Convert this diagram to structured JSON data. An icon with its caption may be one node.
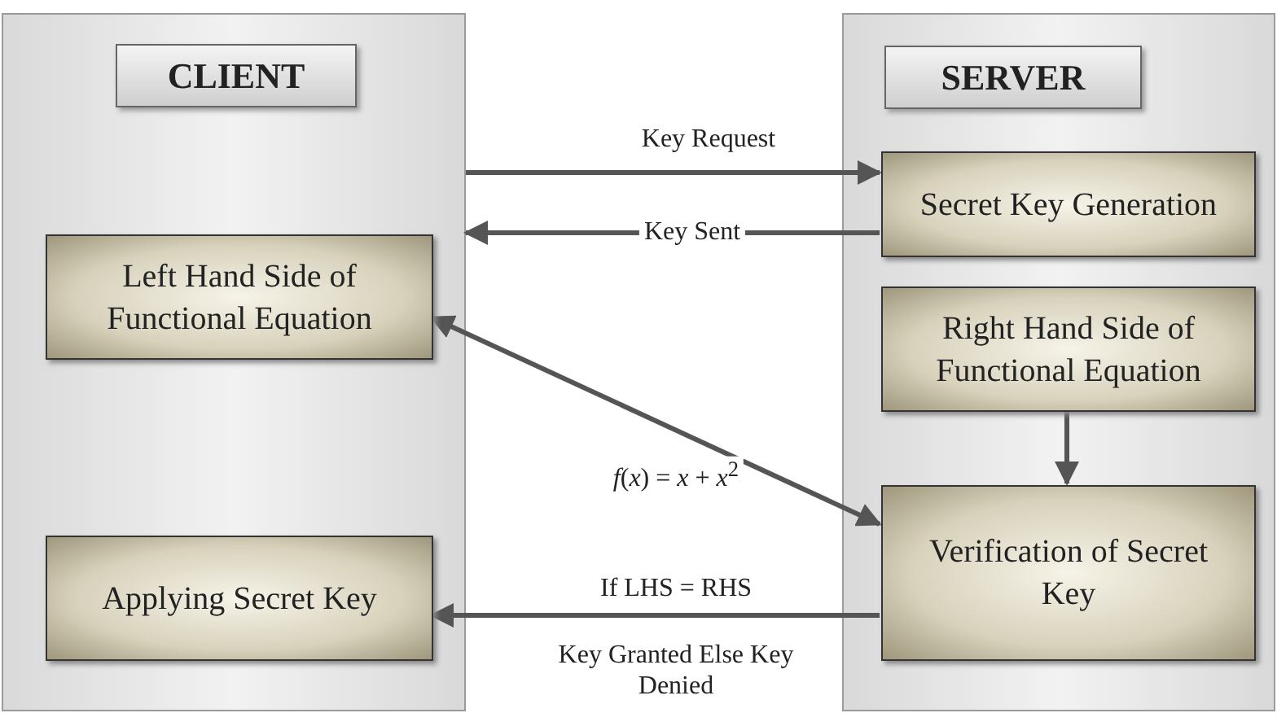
{
  "diagram": {
    "nodes": [
      {
        "text": [
          "CLIENT"
        ]
      },
      {
        "text": [
          "Left Hand Side of Functional Equation"
        ],
        "in": 0
      },
      {
        "text": [
          "Applying Secret Key"
        ],
        "in": 0
      },
      {
        "text": [
          "SERVER"
        ]
      },
      {
        "text": [
          "Secret Key Generation"
        ],
        "in": 3
      },
      {
        "text": [
          "Right Hand Side of Functional Equation"
        ],
        "in": 3
      },
      {
        "text": [
          "Verification of Secret Key"
        ],
        "in": 3
      }
    ],
    "edges": [
      {
        "from": 0,
        "to": 4,
        "arrow": "to",
        "label": "Key Request"
      },
      {
        "from": 4,
        "to": 0,
        "arrow": "to",
        "label": "Key Sent"
      },
      {
        "from": 1,
        "to": 6,
        "arrow": "both",
        "label": "*f*(*x*) = *x* + *x*$^{2}$"
      },
      {
        "from": 5,
        "to": 6,
        "arrow": "to"
      },
      {
        "from": 6,
        "to": 2,
        "arrow": "to",
        "label": "If LHS = RHS"
      }
    ],
    "labels": [
      "Key Granted Else Key Denied"
    ]
  }
}
